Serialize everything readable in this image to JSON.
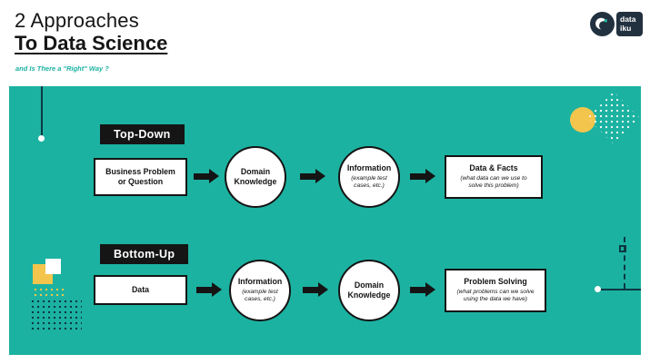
{
  "header": {
    "title_line1": "2 Approaches",
    "title_line2": "To Data Science",
    "subtitle": "and Is There a \"Right\" Way ?",
    "logo_line1": "data",
    "logo_line2": "iku"
  },
  "colors": {
    "teal": "#1CB2A1",
    "ink": "#141414",
    "yellow": "#F4C54D",
    "navy": "#22313F",
    "decoration_dark": "#0C3842"
  },
  "icons": {
    "arrow_right": "solid right arrow (css triangle)",
    "dataiku_bird": "white crescent bird in navy circle"
  },
  "flows": [
    {
      "label": "Top-Down",
      "steps": [
        {
          "shape": "rect",
          "title": "Business Problem or Question"
        },
        {
          "shape": "circle",
          "title": "Domain Knowledge"
        },
        {
          "shape": "circle",
          "title": "Information",
          "note": "(example test cases, etc.)"
        },
        {
          "shape": "rect",
          "title": "Data & Facts",
          "note": "(what data can we use to solve this problem)"
        }
      ]
    },
    {
      "label": "Bottom-Up",
      "steps": [
        {
          "shape": "rect",
          "title": "Data"
        },
        {
          "shape": "circle",
          "title": "Information",
          "note": "(example test cases, etc.)"
        },
        {
          "shape": "circle",
          "title": "Domain Knowledge"
        },
        {
          "shape": "rect",
          "title": "Problem Solving",
          "note": "(what problems can we solve using the data we have)"
        }
      ]
    }
  ]
}
